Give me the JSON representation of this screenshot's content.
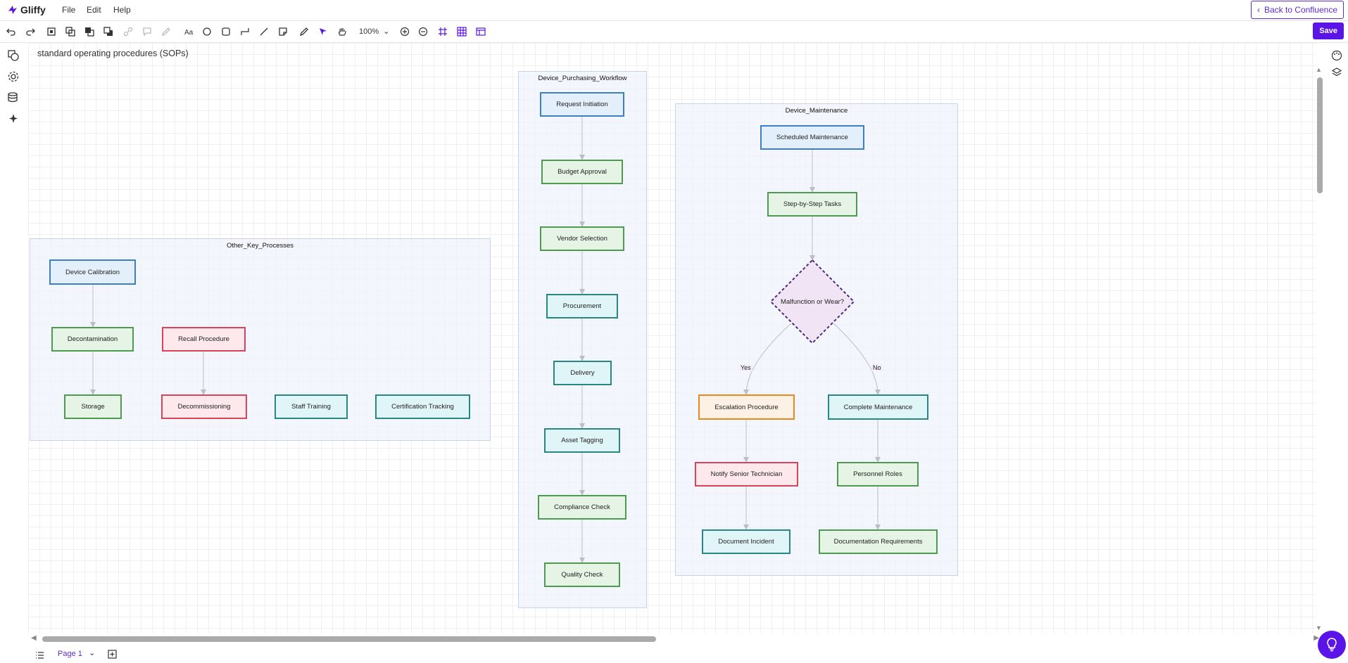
{
  "app": {
    "name": "Gliffy",
    "menu": [
      "File",
      "Edit",
      "Help"
    ],
    "back_label": "Back to Confluence",
    "save_label": "Save"
  },
  "toolbar": {
    "zoom": "100%"
  },
  "document": {
    "title": "standard operating procedures (SOPs)"
  },
  "colors": {
    "accent": "#5b14e8",
    "blue": "#3d7fc4",
    "green": "#4e9a4e",
    "teal": "#2a8585",
    "red": "#d9445a",
    "orange": "#e8891f",
    "purple": "#4b2a7a"
  },
  "diagram": {
    "other": {
      "label": "Other_Key_Processes",
      "nodes": [
        "Device Calibration",
        "Decontamination",
        "Storage",
        "Recall Procedure",
        "Decommissioning",
        "Staff Training",
        "Certification Tracking"
      ]
    },
    "purchasing": {
      "label": "Device_Purchasing_Workflow",
      "nodes": [
        "Request Initiation",
        "Budget Approval",
        "Vendor Selection",
        "Procurement",
        "Delivery",
        "Asset Tagging",
        "Compliance Check",
        "Quality Check"
      ]
    },
    "maintenance": {
      "label": "Device_Maintenance",
      "nodes": [
        "Scheduled Maintenance",
        "Step-by-Step Tasks",
        "Malfunction or Wear?",
        "Escalation Procedure",
        "Notify Senior Technician",
        "Document Incident",
        "Complete Maintenance",
        "Personnel Roles",
        "Documentation Requirements"
      ],
      "edge_labels": [
        "Yes",
        "No"
      ]
    }
  },
  "footer": {
    "page_label": "Page 1"
  }
}
